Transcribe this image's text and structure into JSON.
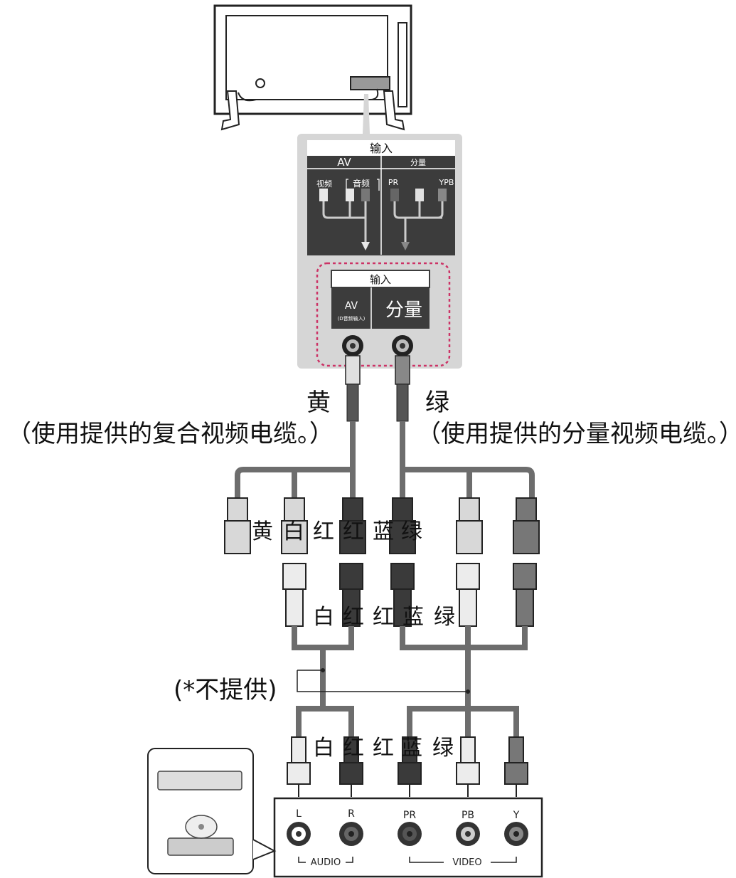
{
  "panel": {
    "title": "输入",
    "av_header": "AV",
    "component_header": "分量",
    "video_label": "视频",
    "audio_label": "音频",
    "pr_label": "PR",
    "ypb_label": "YPB",
    "jack_title": "输入",
    "av_jack": "AV",
    "av_jack_sub": "(D音频输入)",
    "component_jack": "分量"
  },
  "cables": {
    "av_color": "黄",
    "av_note": "（使用提供的复合视频电缆。）",
    "component_color": "绿",
    "component_note": "（使用提供的分量视频电缆。）"
  },
  "row1": {
    "c1": "黄",
    "c2": "白",
    "c3": "红",
    "c4": "红",
    "c5": "蓝",
    "c6": "绿"
  },
  "row2": {
    "c1": "白",
    "c2": "红",
    "c3": "红",
    "c4": "蓝",
    "c5": "绿"
  },
  "not_supplied": "(*不提供)",
  "row3": {
    "c1": "白",
    "c2": "红",
    "c3": "红",
    "c4": "蓝",
    "c5": "绿"
  },
  "device": {
    "L": "L",
    "R": "R",
    "PR": "PR",
    "PB": "PB",
    "Y": "Y",
    "audio": "AUDIO",
    "video": "VIDEO"
  },
  "colors": {
    "cable_gray": "#707070",
    "plug_dark": "#3a3a3a",
    "plug_light": "#d8d8d8",
    "panel_bg": "#d9d9d9",
    "panel_dark": "#3c3c3c",
    "dash_pink": "#cc3366"
  }
}
